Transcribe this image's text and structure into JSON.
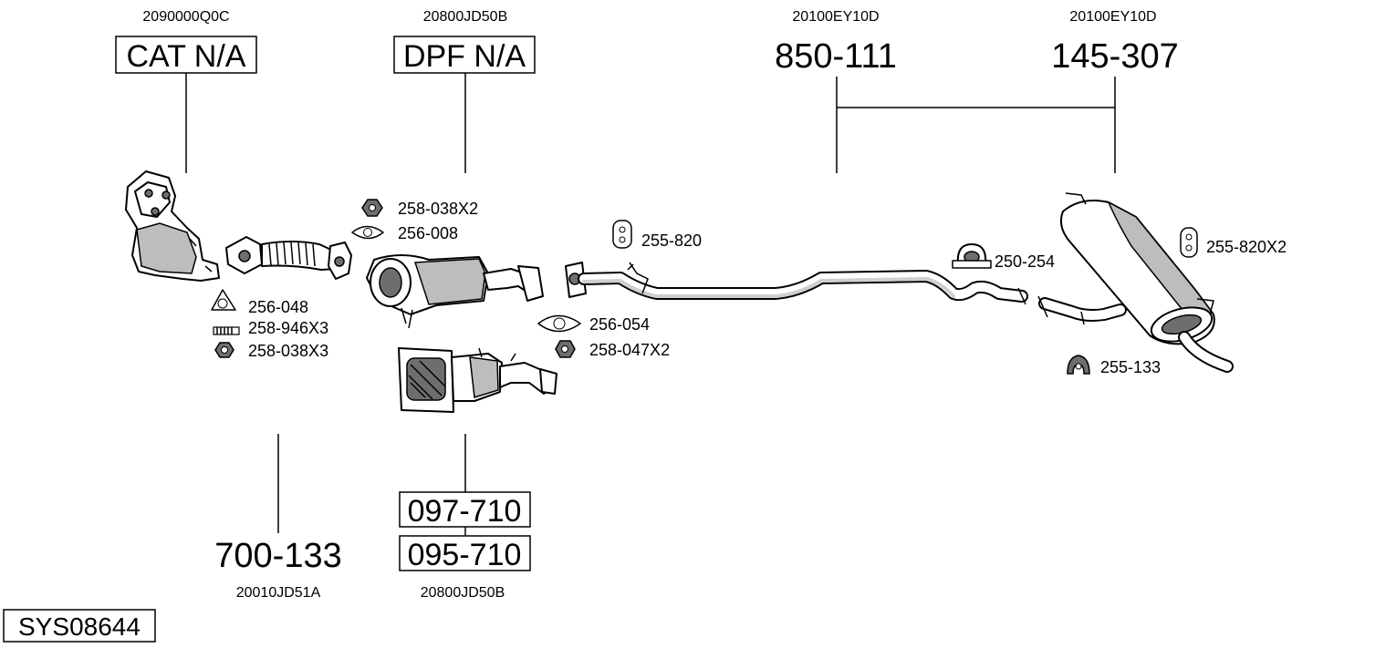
{
  "diagram": {
    "system_code": "SYS08644",
    "groups": {
      "cat": {
        "oem": "2090000Q0C",
        "code": "CAT N/A"
      },
      "dpf": {
        "oem": "20800JD50B",
        "code": "DPF N/A"
      },
      "middle": {
        "oem": "20100EY10D",
        "code": "850-111"
      },
      "rear": {
        "oem": "20100EY10D",
        "code": "145-307"
      },
      "front_pipe": {
        "oem": "20010JD51A",
        "code": "700-133"
      },
      "dpf_alt": {
        "oem": "20800JD50B",
        "code_a": "097-710",
        "code_b": "095-710"
      }
    },
    "accessories": [
      {
        "id": "nut_a",
        "label": "258-038X2",
        "icon": "nut-icon"
      },
      {
        "id": "gasket_a",
        "label": "256-008",
        "icon": "gasket-icon"
      },
      {
        "id": "hanger_a",
        "label": "255-820",
        "icon": "rubber-hanger-icon"
      },
      {
        "id": "clamp",
        "label": "250-254",
        "icon": "pipe-clamp-icon"
      },
      {
        "id": "hanger_b",
        "label": "255-820X2",
        "icon": "rubber-hanger-icon"
      },
      {
        "id": "gasket_b",
        "label": "256-048",
        "icon": "gasket-icon"
      },
      {
        "id": "bolt",
        "label": "258-946X3",
        "icon": "bolt-icon"
      },
      {
        "id": "nut_b",
        "label": "258-038X3",
        "icon": "nut-icon"
      },
      {
        "id": "gasket_c",
        "label": "256-054",
        "icon": "gasket-icon"
      },
      {
        "id": "nut_c",
        "label": "258-047X2",
        "icon": "nut-icon"
      },
      {
        "id": "mount",
        "label": "255-133",
        "icon": "rubber-mount-icon"
      }
    ]
  }
}
